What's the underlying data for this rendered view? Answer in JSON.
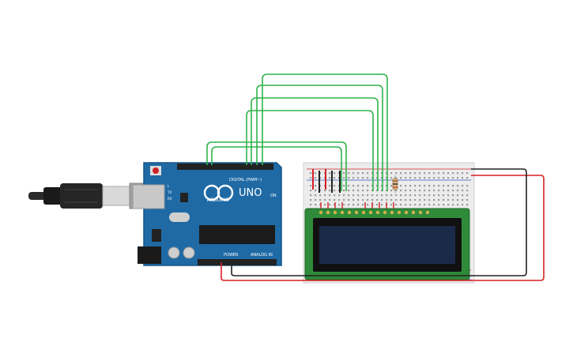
{
  "arduino": {
    "brand": "ARDUINO",
    "model": "UNO",
    "digital_label": "DIGITAL (PWM~)",
    "power_label": "POWER",
    "analog_label": "ANALOG IN",
    "on_label": "ON",
    "tx_label": "TX",
    "rx_label": "RX",
    "l_label": "L",
    "board_color": "#1f6aa5"
  },
  "lcd": {
    "screen_color": "#1c2a4a",
    "pcb_color": "#2f8a3a"
  },
  "wires": {
    "signal_color": "#2fb34a",
    "power_color": "#d61f26",
    "ground_color": "#222222"
  }
}
